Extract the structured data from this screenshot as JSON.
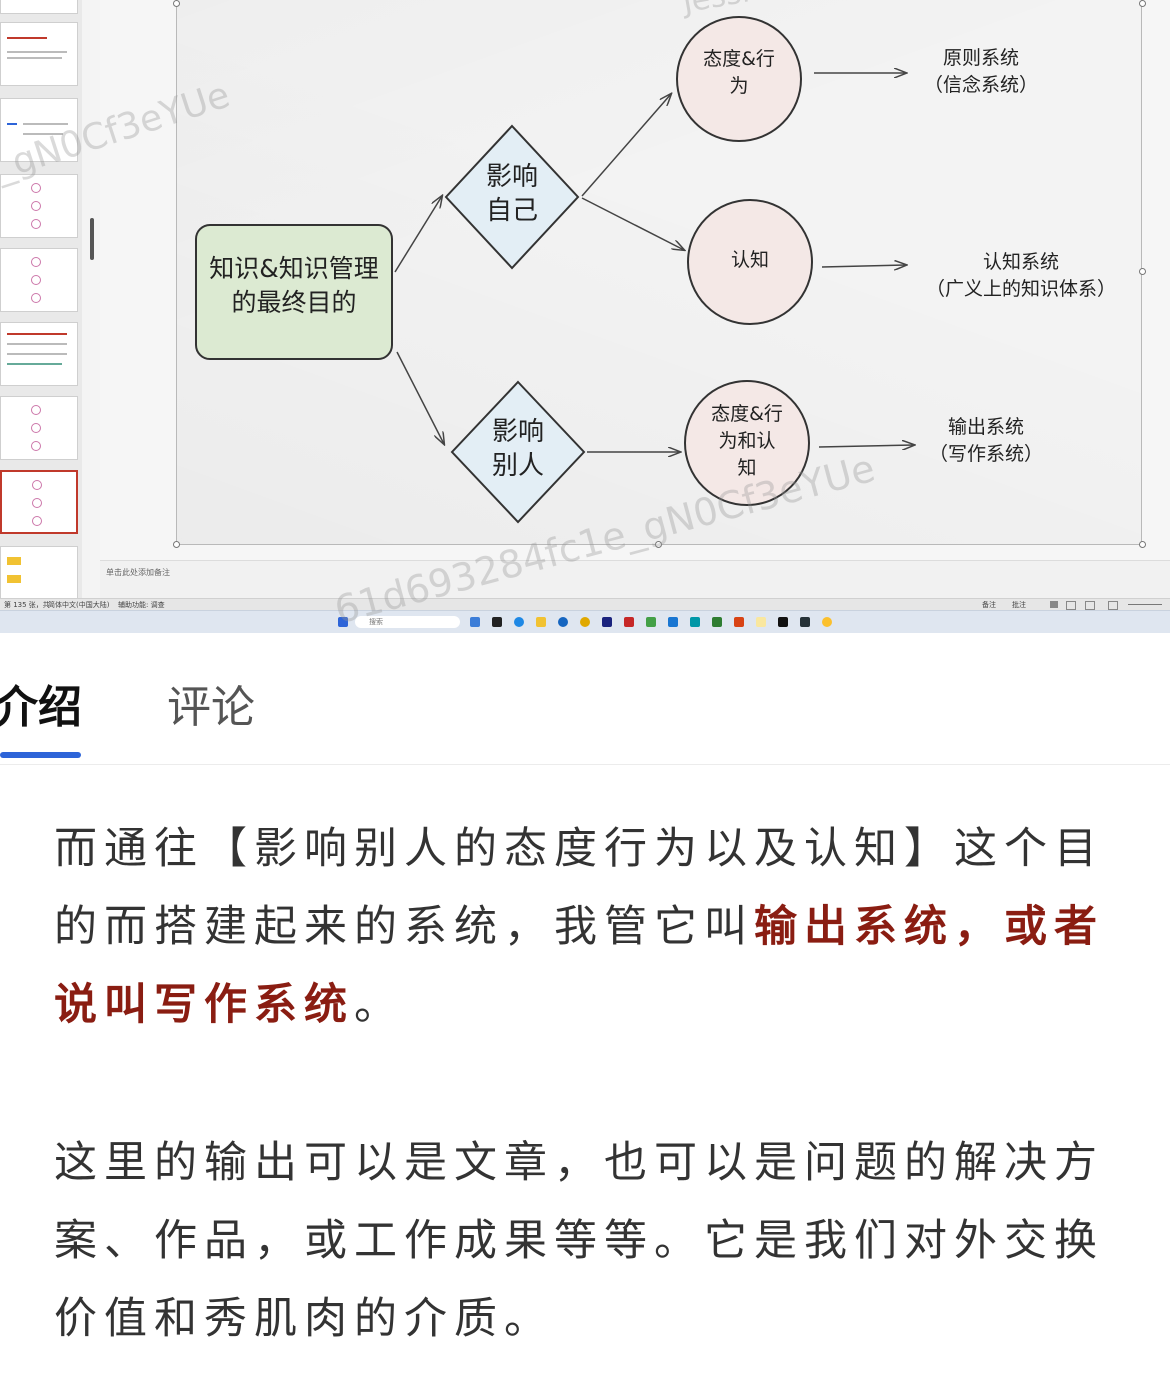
{
  "diagram": {
    "root": "知识&知识管理的最终目的",
    "root_lines": [
      "知识&知识管理",
      "的最终目的"
    ],
    "mid_top": [
      "影响",
      "自己"
    ],
    "mid_bottom": [
      "影响",
      "别人"
    ],
    "circle_1": [
      "态度&行",
      "为"
    ],
    "circle_2": [
      "认知"
    ],
    "circle_3": [
      "态度&行",
      "为和认",
      "知"
    ],
    "out_1": [
      "原则系统",
      "（信念系统）"
    ],
    "out_2": [
      "认知系统",
      "（广义上的知识体系）"
    ],
    "out_3": [
      "输出系统",
      "（写作系统）"
    ]
  },
  "watermarks": {
    "w1": "_gN0Cf3eYUe",
    "w2": "61d693284fc1e_gN0Cf3eYUe",
    "w3": "Jessie"
  },
  "editor": {
    "notes_placeholder": "单击此处添加备注",
    "status_left": "第 135 张，共",
    "status_lang": "简体中文(中国大陆)",
    "status_access": "辅助功能: 调查",
    "status_notes": "备注",
    "status_comments": "批注",
    "taskbar_search": "搜索"
  },
  "tabs": {
    "intro": "介绍",
    "comments": "评论"
  },
  "article": {
    "p1_a": "而通往【影响别人的态度行为以及认知】这个目的而搭建起来的系统，我管它叫",
    "p1_highlight": "输出系统，或者说叫写作系统",
    "p1_end": "。",
    "p2": "这里的输出可以是文章，也可以是问题的解决方案、作品，或工作成果等等。它是我们对外交换价值和秀肌肉的介质。"
  },
  "colors": {
    "accent": "#2d64d8",
    "highlight": "#8a1d12",
    "root_fill": "#dcead2",
    "diamond_fill": "#e3eef5",
    "circle_fill": "#f4e8e6"
  }
}
